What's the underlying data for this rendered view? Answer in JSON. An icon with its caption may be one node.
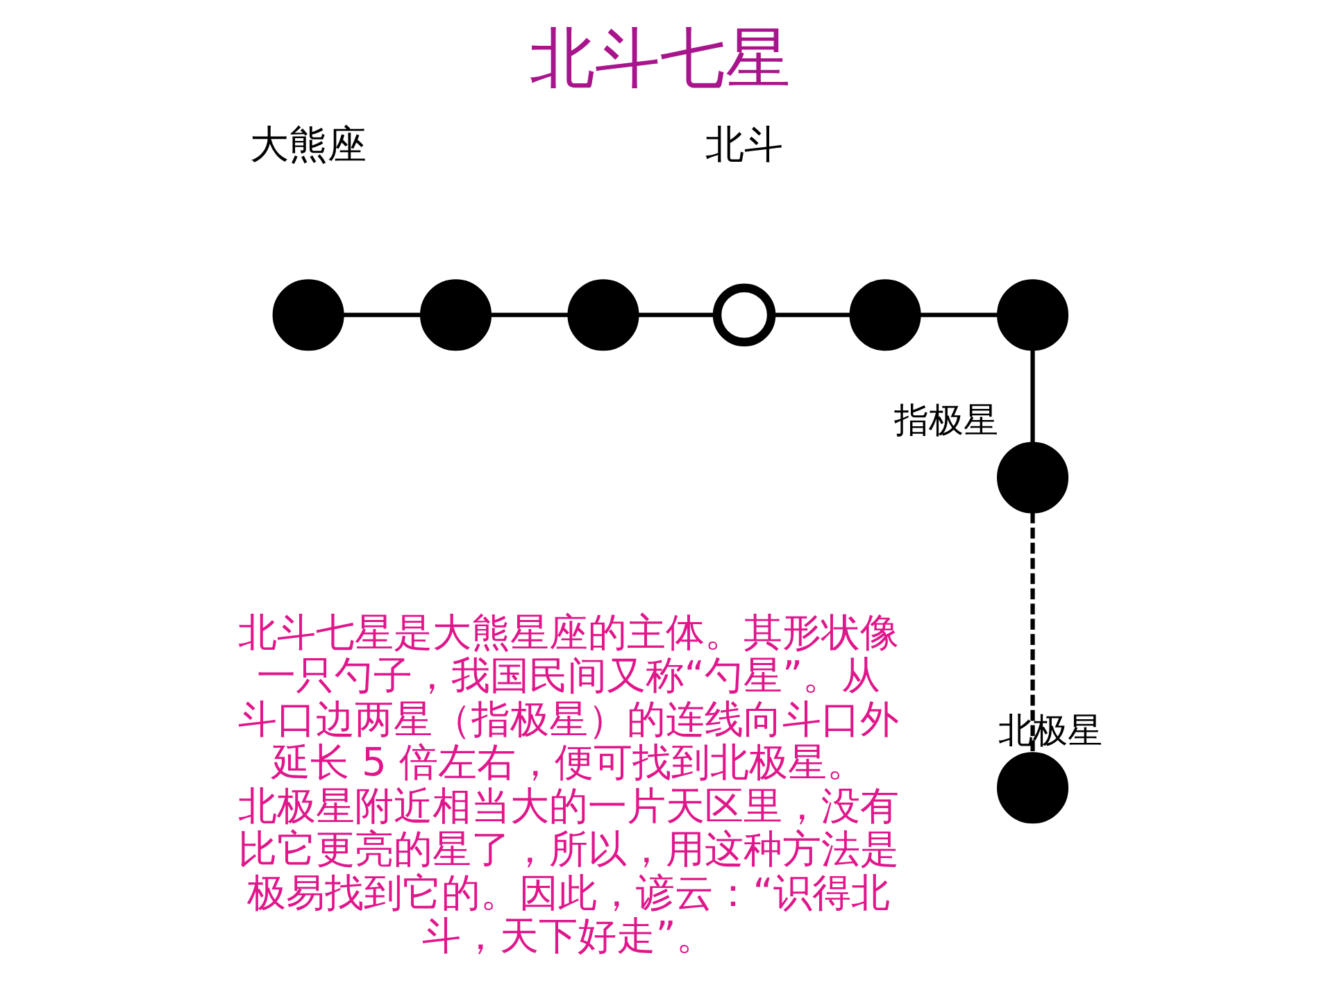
{
  "diagram": {
    "title": "北斗七星",
    "nodes": [
      {
        "text": [],
        "shape": "circle",
        "beside": [
          "北极星"
        ]
      },
      {
        "text": [],
        "shape": "circle",
        "beside": [
          "指极星"
        ]
      },
      {
        "text": [],
        "shape": "circle"
      },
      {
        "text": [],
        "shape": "circle"
      },
      {
        "text": [],
        "shape": "circle"
      },
      {
        "text": [],
        "shape": "circle"
      },
      {
        "text": [],
        "shape": "circle"
      },
      {
        "text": [],
        "shape": "circle"
      }
    ],
    "edges": [
      {
        "from": 2,
        "to": 3,
        "arrow": "none"
      },
      {
        "from": 3,
        "to": 4,
        "arrow": "none"
      },
      {
        "from": 4,
        "to": 5,
        "arrow": "none"
      },
      {
        "from": 5,
        "to": 6,
        "arrow": "none"
      },
      {
        "from": 6,
        "to": 7,
        "arrow": "none"
      },
      {
        "from": 7,
        "to": 1,
        "arrow": "none"
      },
      {
        "from": 1,
        "to": 0,
        "arrow": "none",
        "style": "dashed"
      }
    ],
    "labels": [
      "北斗七星是大熊星座的主体。其形状像一只勺子，我国民间又称“勺星”。从斗口边两星（指极星）的连线向斗口外延长 5 倍左右，便可找到北极星。北极星附近相当大的一片天区里，没有比它更亮的星了，所以，用这种方法是极易找到它的。因此，谚云：“识得北斗，天下好走”。",
      "大熊座",
      "北斗"
    ]
  }
}
